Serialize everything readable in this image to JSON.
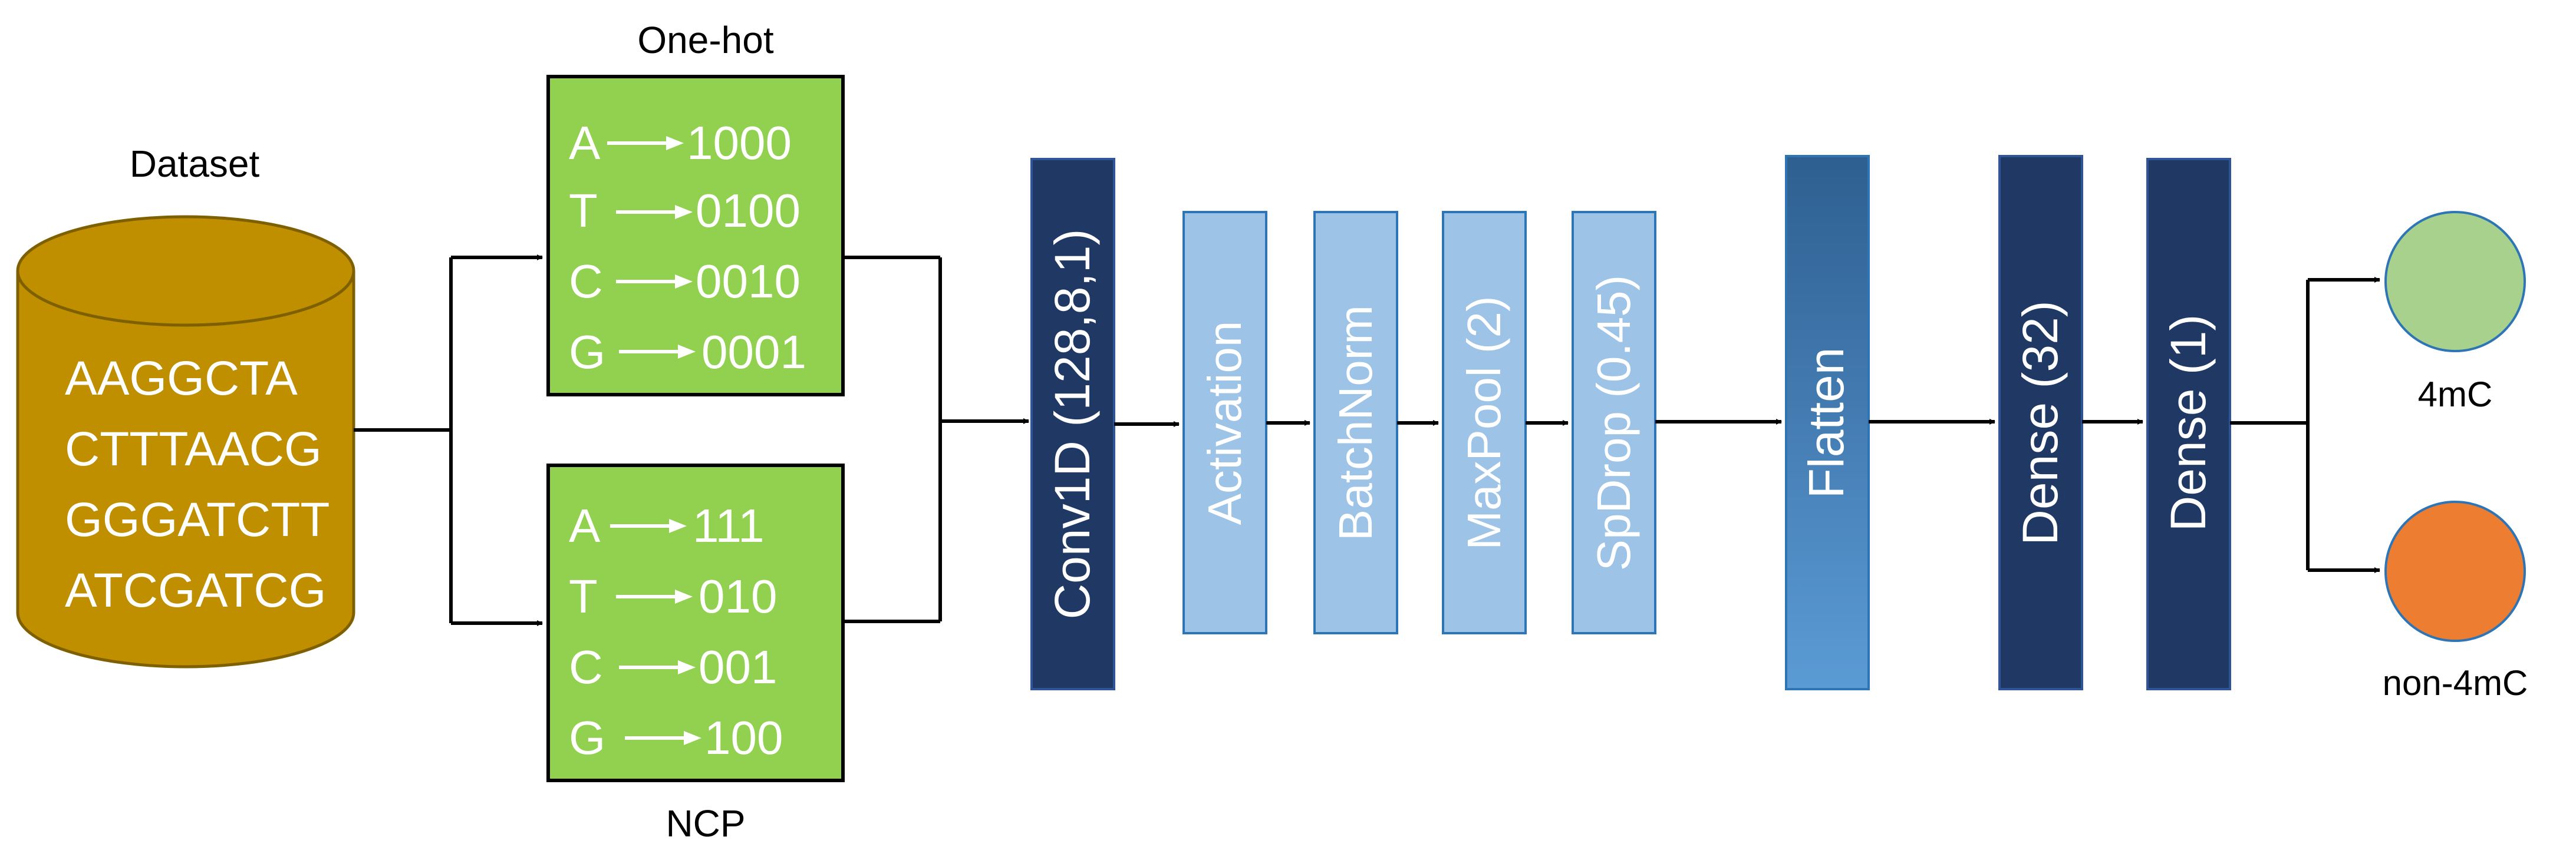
{
  "dataset": {
    "title": "Dataset",
    "sequences": [
      "AAGGCTA",
      "CTTTAACG",
      "GGGATCTT",
      "ATCGATCG"
    ],
    "fill_color": "#bf8f00"
  },
  "encodings": {
    "one_hot": {
      "title": "One-hot",
      "rows": [
        {
          "base": "A",
          "code": "1000"
        },
        {
          "base": "T",
          "code": "0100"
        },
        {
          "base": "C",
          "code": "0010"
        },
        {
          "base": "G",
          "code": "0001"
        }
      ]
    },
    "ncp": {
      "title": "NCP",
      "rows": [
        {
          "base": "A",
          "code": "111"
        },
        {
          "base": "T",
          "code": "010"
        },
        {
          "base": "C",
          "code": "001"
        },
        {
          "base": "G",
          "code": "100"
        }
      ]
    },
    "fill_color": "#92d050"
  },
  "layers": {
    "conv1d": "Conv1D (128,8,1)",
    "activation": "Activation",
    "batchnorm": "BatchNorm",
    "maxpool": "MaxPool (2)",
    "spdrop": "SpDrop (0.45)",
    "flatten": "Flatten",
    "dense32": "Dense (32)",
    "dense1": "Dense (1)"
  },
  "outputs": {
    "positive": {
      "label": "4mC",
      "color": "#a9d18e"
    },
    "negative": {
      "label": "non-4mC",
      "color": "#ed7d31"
    }
  },
  "colors": {
    "dark_navy": "#1f3864",
    "light_blue": "#9dc3e6",
    "flatten_blue": "#3a78b8"
  }
}
